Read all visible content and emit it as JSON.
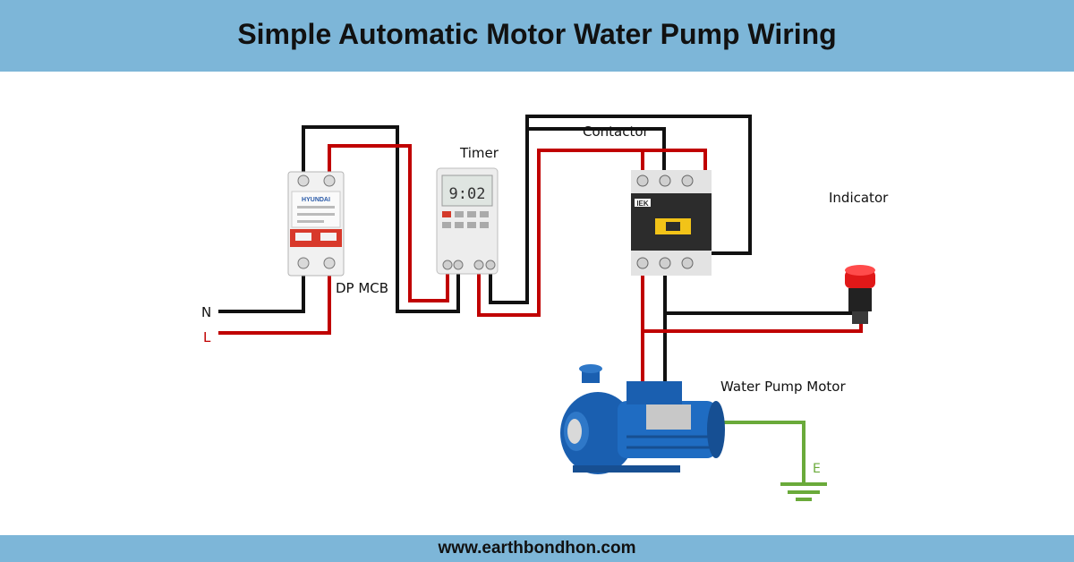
{
  "title": "Simple Automatic Motor Water Pump Wiring",
  "footer": "www.earthbondhon.com",
  "labels": {
    "timer": "Timer",
    "contactor": "Contactor",
    "indicator": "Indicator",
    "dp_mcb": "DP MCB",
    "neutral": "N",
    "line": "L",
    "motor": "Water Pump Motor",
    "earth": "E"
  },
  "device_text": {
    "mcb_brand": "HYUNDAI",
    "timer_display": "9:02",
    "contactor_brand": "IEK"
  },
  "colors": {
    "header_bg": "#7db6d8",
    "line_wire": "#c00000",
    "neutral_wire": "#111111",
    "earth_wire": "#6aaa3a",
    "motor_blue": "#1a5fb0",
    "indicator_red": "#e01818"
  }
}
